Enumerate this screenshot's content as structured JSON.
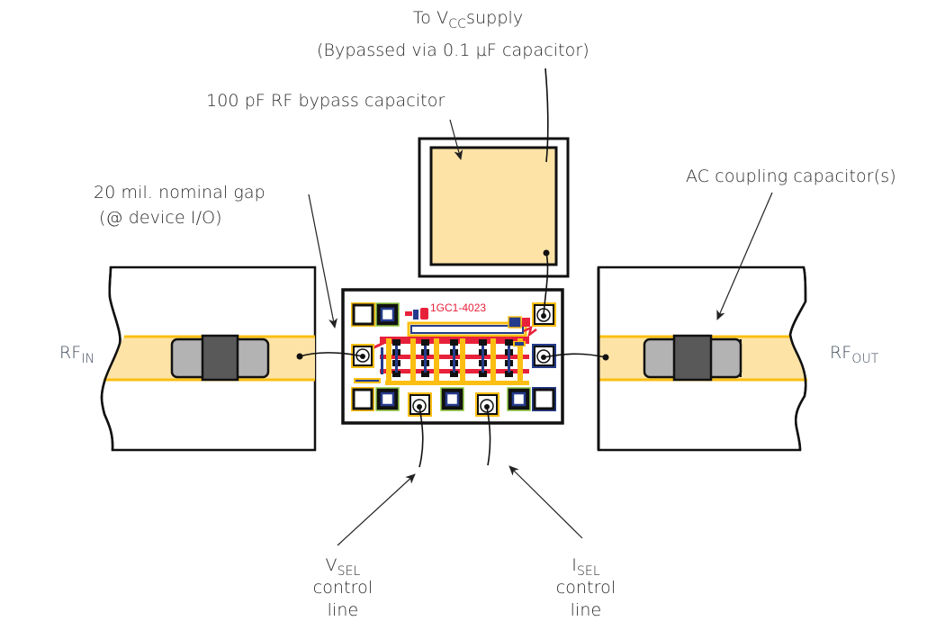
{
  "labels": {
    "vcc_supply": {
      "prefix": "To V",
      "sub": "CC",
      "suffix": "supply"
    },
    "bypassed_note": "(Bypassed via 0.1 µF capacitor)",
    "rf_bypass_cap": "100 pF RF bypass capacitor",
    "gap_line1": "20 mil. nominal gap",
    "gap_line2": "(@ device I/O)",
    "ac_coupling": "AC coupling capacitor(s)",
    "rf_in": {
      "main": "RF",
      "sub": "IN"
    },
    "rf_out": {
      "main": "RF",
      "sub": "OUT"
    },
    "vsel": {
      "main": "V",
      "sub": "SEL",
      "line2": "control",
      "line3": "line"
    },
    "isel": {
      "main": "I",
      "sub": "SEL",
      "line2": "control",
      "line3": "line"
    }
  },
  "chip": {
    "part_number": "1GC1-4023"
  },
  "colors": {
    "trace_fill": "#fde3a6",
    "trace_edge": "#fbbf13",
    "cap_body": "#b3b3b3",
    "cap_center": "#595959",
    "chip_red": "#e8213a",
    "chip_blue": "#253b8b",
    "chip_gold": "#fbbf13",
    "chip_green": "#8dc63f",
    "outline": "#111111"
  }
}
